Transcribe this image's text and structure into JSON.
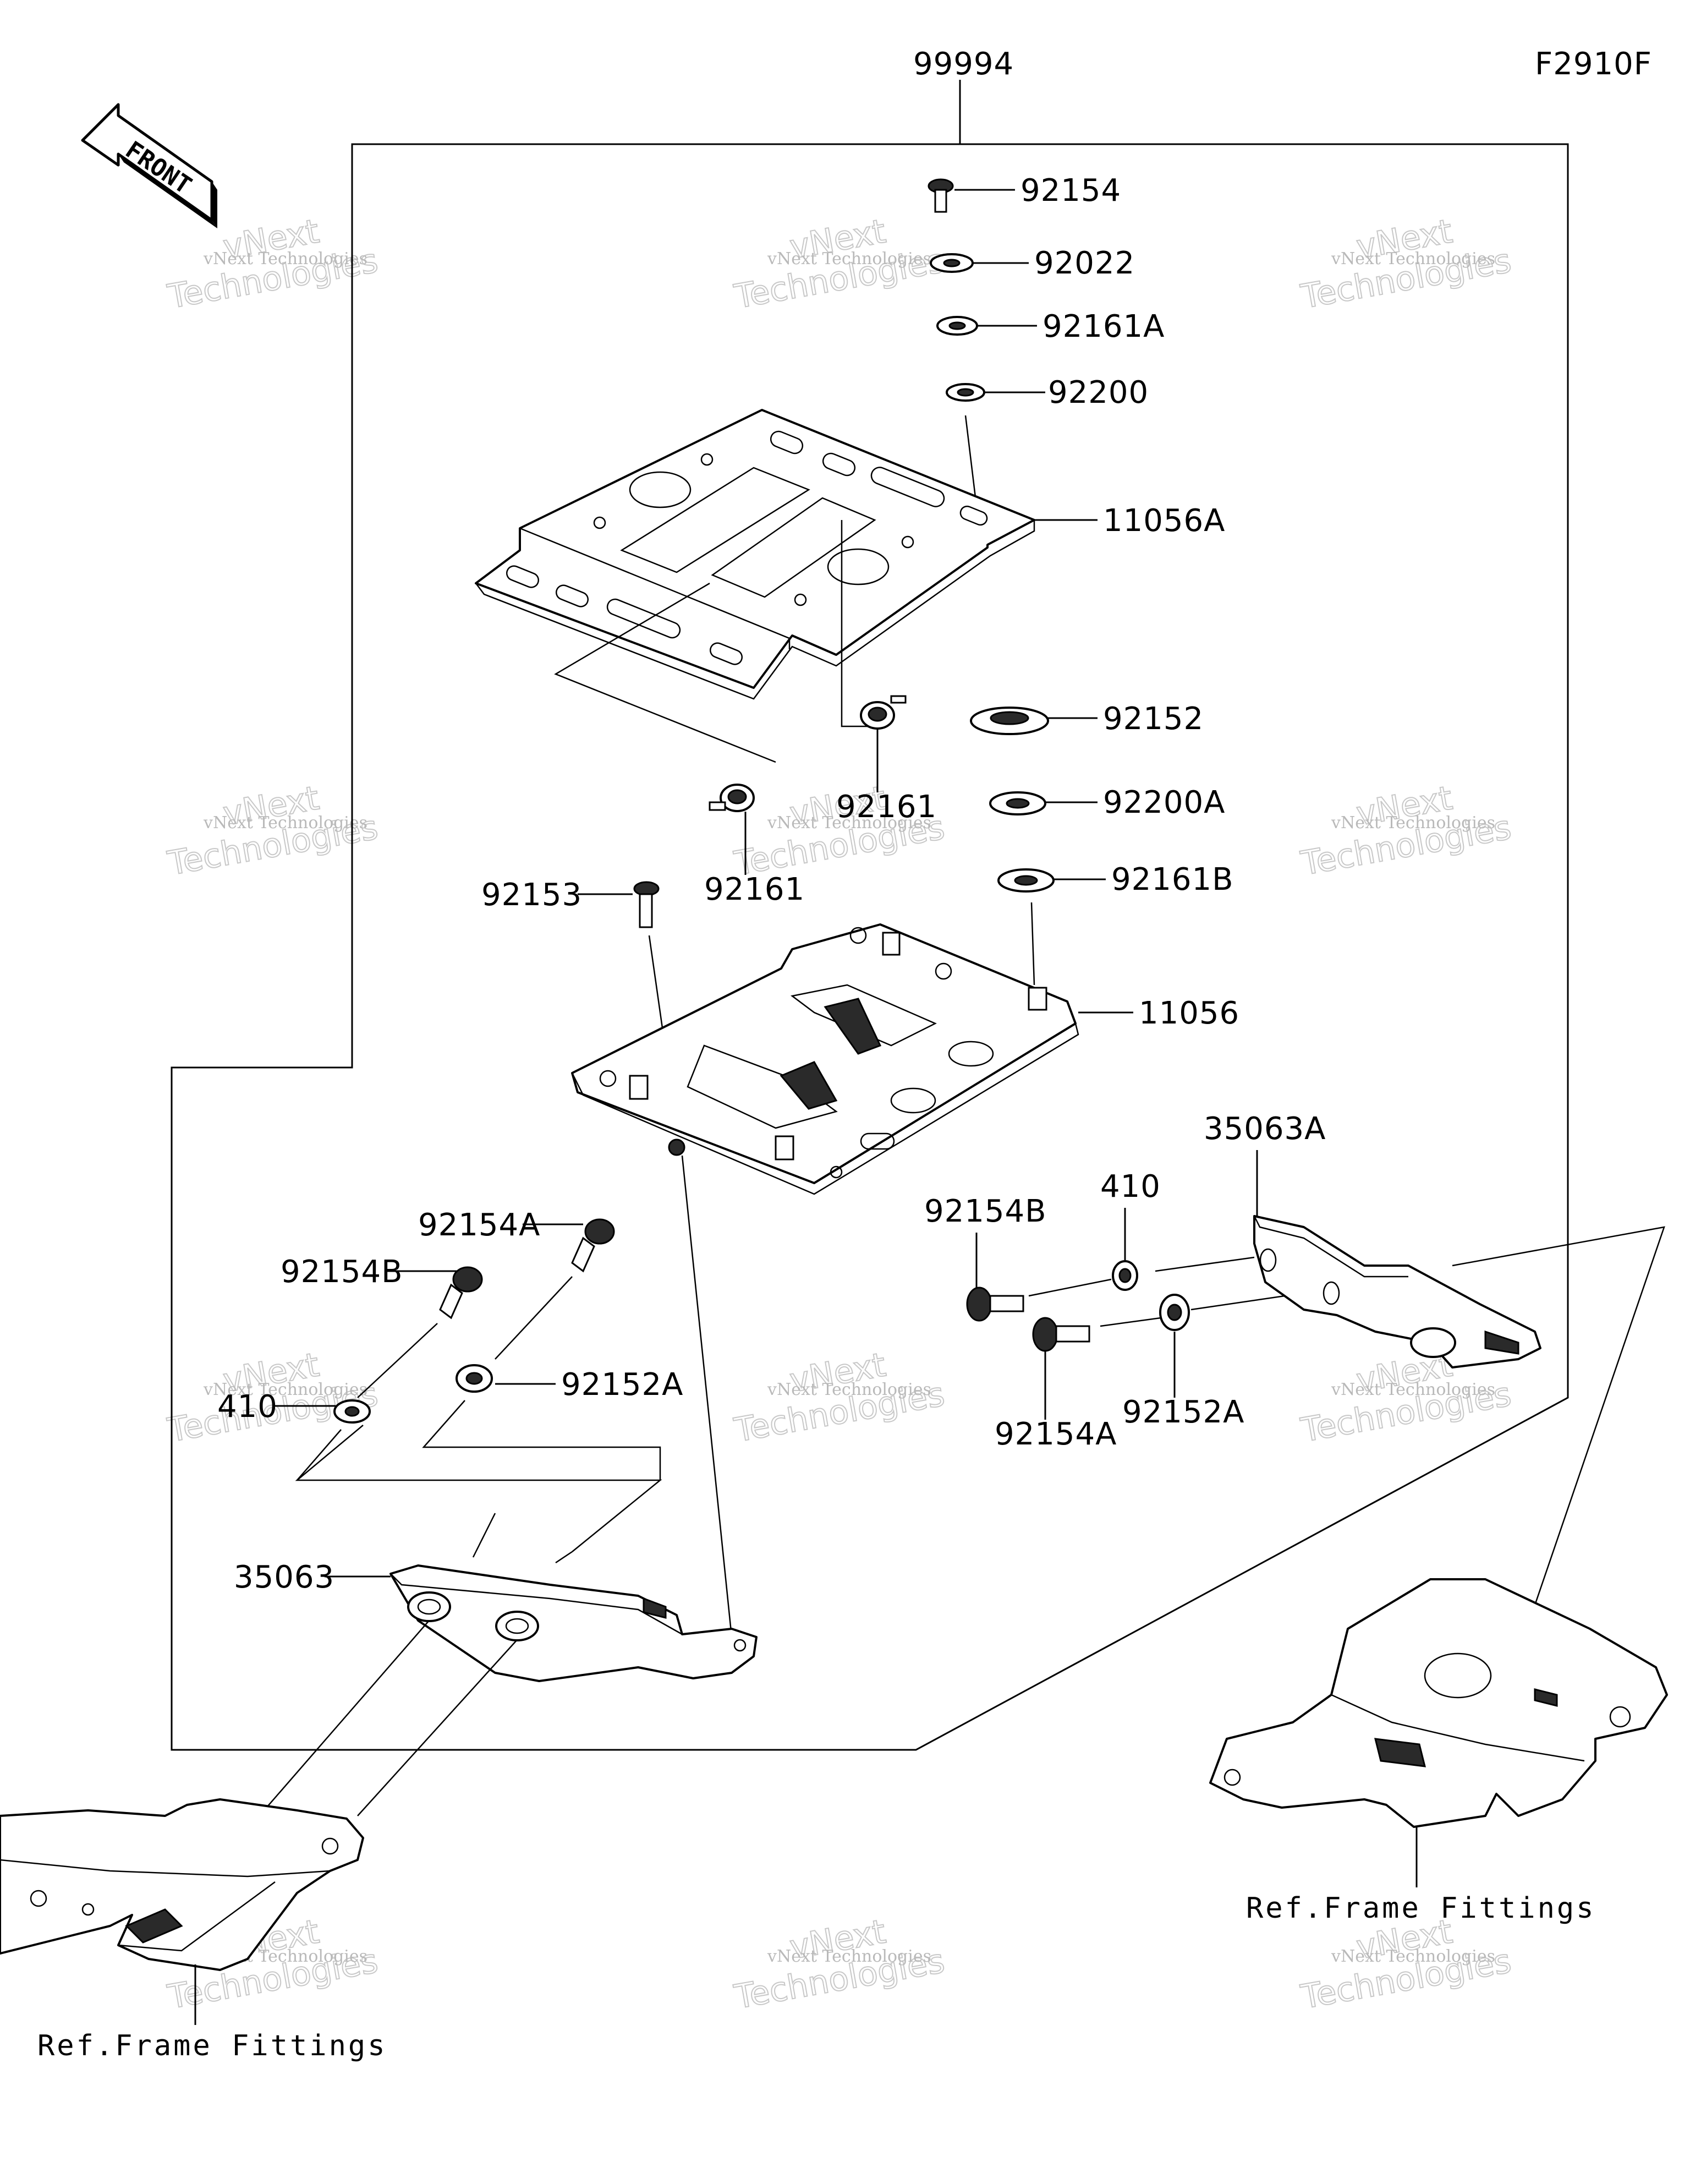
{
  "figure_code": "F2910F",
  "assembly_number": "99994",
  "front_label": "FRONT",
  "ref_frame_left": "Ref.Frame Fittings",
  "ref_frame_right": "Ref.Frame Fittings",
  "watermark": {
    "line1": "vNext Technologies",
    "line2": "Technologies",
    "line3": "vNext"
  },
  "parts": {
    "p92154": "92154",
    "p92022": "92022",
    "p92161A": "92161A",
    "p92200": "92200",
    "p11056A": "11056A",
    "p92152": "92152",
    "p92161_a": "92161",
    "p92161_b": "92161",
    "p92200A": "92200A",
    "p92161B": "92161B",
    "p92153": "92153",
    "p11056": "11056",
    "p35063A": "35063A",
    "p410_right": "410",
    "p92154B_right": "92154B",
    "p92154A_right": "92154A",
    "p92152A_right": "92152A",
    "p92154A_left": "92154A",
    "p92154B_left": "92154B",
    "p410_left": "410",
    "p92152A_left": "92152A",
    "p35063": "35063"
  }
}
